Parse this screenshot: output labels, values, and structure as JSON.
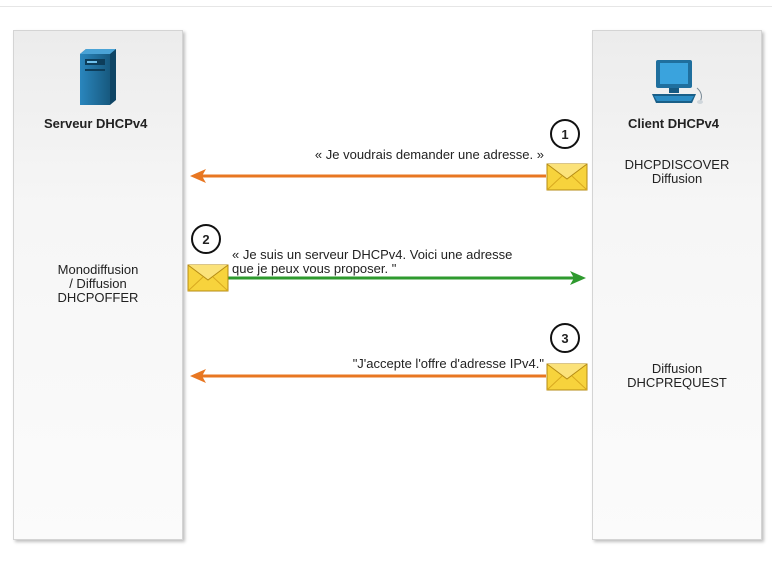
{
  "server": {
    "title": "Serveur DHCPv4",
    "label_lines": [
      "Monodiffusion",
      "/ Diffusion",
      "DHCPOFFER"
    ]
  },
  "client": {
    "title": "Client DHCPv4",
    "discover_lines": [
      "DHCPDISCOVER",
      "Diffusion"
    ],
    "request_lines": [
      "Diffusion",
      "DHCPREQUEST"
    ]
  },
  "messages": [
    {
      "step": "1",
      "lines": [
        "« Je voudrais demander une adresse. »"
      ],
      "direction": "to-server",
      "color": "#e87722"
    },
    {
      "step": "2",
      "lines": [
        "« Je suis un serveur DHCPv4. Voici une adresse",
        "que je peux vous proposer. \""
      ],
      "direction": "to-client",
      "color": "#2e9a2e"
    },
    {
      "step": "3",
      "lines": [
        "\"J'accepte l'offre d'adresse IPv4.\""
      ],
      "direction": "to-server",
      "color": "#e87722"
    }
  ],
  "icons": {
    "server": "server-tower-icon",
    "client": "desktop-computer-icon",
    "message": "envelope-icon"
  },
  "colors": {
    "envelope_fill": "#f7d33c",
    "server_blue": "#1f6f9e",
    "client_blue": "#2b8cc4"
  }
}
